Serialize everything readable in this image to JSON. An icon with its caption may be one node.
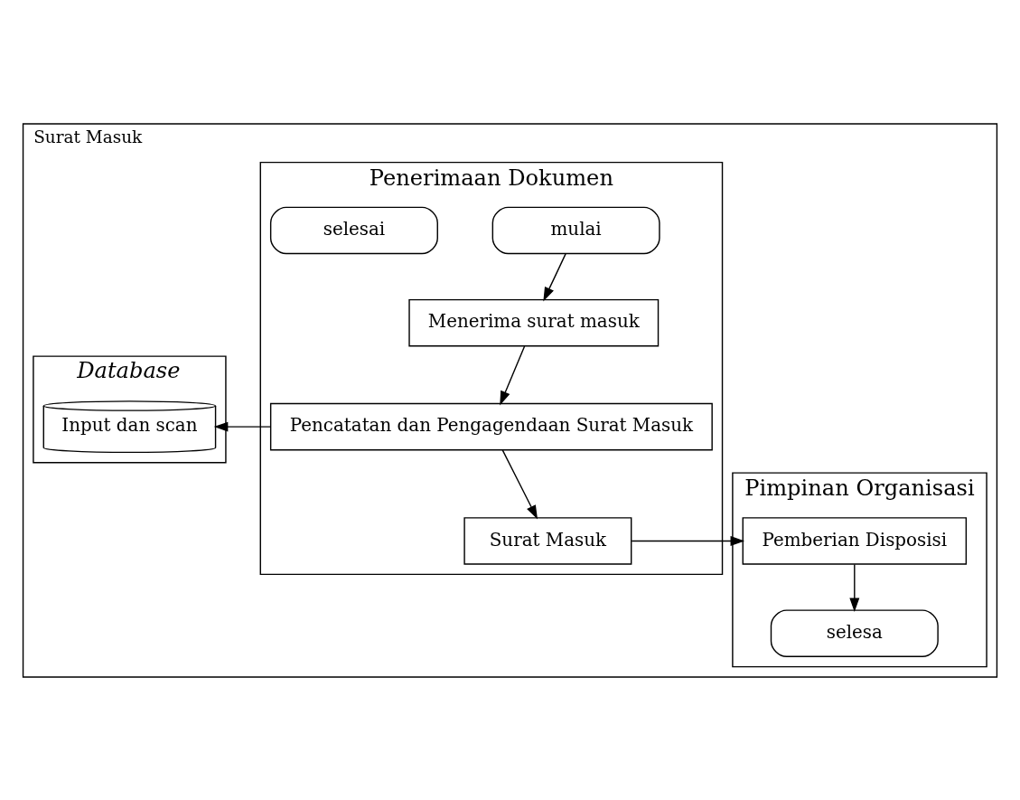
{
  "diagram": {
    "nodes": [
      {
        "text": [
          "Surat Masuk"
        ]
      },
      {
        "text": [
          "Pimpinan Organisasi"
        ],
        "in": 0
      },
      {
        "text": [
          "Penerimaan Dokumen"
        ],
        "in": 0
      },
      {
        "text": [
          "Database"
        ],
        "in": 0
      },
      {
        "text": [
          "mulai"
        ],
        "in": 2
      },
      {
        "text": [
          "Menerima surat masuk"
        ],
        "in": 2
      },
      {
        "text": [
          "Pencatatan dan Pengagendaan Surat Masuk"
        ],
        "in": 2
      },
      {
        "text": [
          "Input dan scan"
        ],
        "in": 3
      },
      {
        "text": [
          "Surat Masuk"
        ],
        "in": 2
      },
      {
        "text": [
          "Pemberian Disposisi"
        ],
        "in": 1
      },
      {
        "text": [
          "selesa"
        ],
        "in": 1
      },
      {
        "text": [
          "selesai"
        ],
        "in": 2
      }
    ],
    "edges": [
      {
        "from": 4,
        "to": 5,
        "arrow": "to"
      },
      {
        "from": 5,
        "to": 6,
        "arrow": "to"
      },
      {
        "from": 6,
        "to": 7,
        "arrow": "to"
      },
      {
        "from": 6,
        "to": 8,
        "arrow": "to"
      },
      {
        "from": 8,
        "to": 9,
        "arrow": "to"
      },
      {
        "from": 9,
        "to": 10,
        "arrow": "to"
      }
    ]
  }
}
